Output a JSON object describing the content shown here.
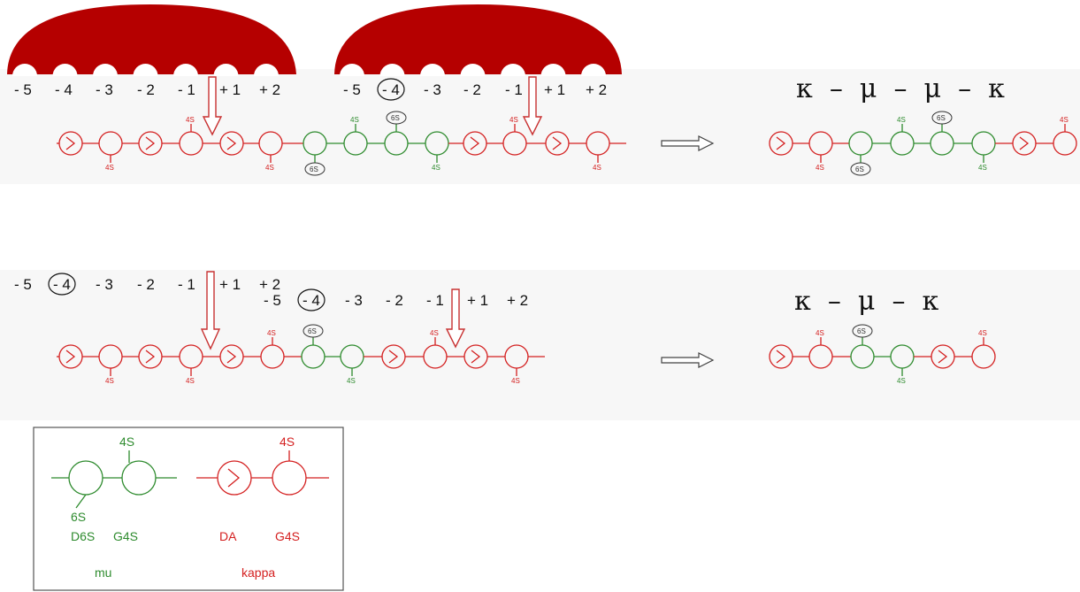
{
  "top_positions_left": [
    "- 5",
    "- 4",
    "- 3",
    "- 2",
    "- 1",
    "+ 1",
    "+ 2"
  ],
  "top_positions_right": [
    "- 5",
    "- 4",
    "- 3",
    "- 2",
    "- 1",
    "+ 1",
    "+ 2"
  ],
  "bottom_positions_left": [
    "- 5",
    "- 4",
    "- 3",
    "- 2",
    "- 1",
    "+ 1",
    "+ 2"
  ],
  "bottom_positions_right": [
    "- 5",
    "- 4",
    "- 3",
    "- 2",
    "- 1",
    "+ 1",
    "+ 2"
  ],
  "labels": {
    "s4": "4S",
    "s6": "6S"
  },
  "product_top": "κ  –  μ  –  μ  –  κ",
  "product_bottom": "κ  –  μ  –  κ",
  "legend": {
    "mu_left_top": "",
    "mu_right_top": "4S",
    "mu_left_bottom": "6S",
    "mu_unit1": "D6S",
    "mu_unit2": "G4S",
    "mu_name": "mu",
    "kappa_top": "4S",
    "kappa_unit1": "DA",
    "kappa_unit2": "G4S",
    "kappa_name": "kappa"
  },
  "colors": {
    "kappa": "#d42020",
    "mu": "#2e8b2e",
    "enzyme": "#b50000",
    "arrow": "#c83232"
  }
}
